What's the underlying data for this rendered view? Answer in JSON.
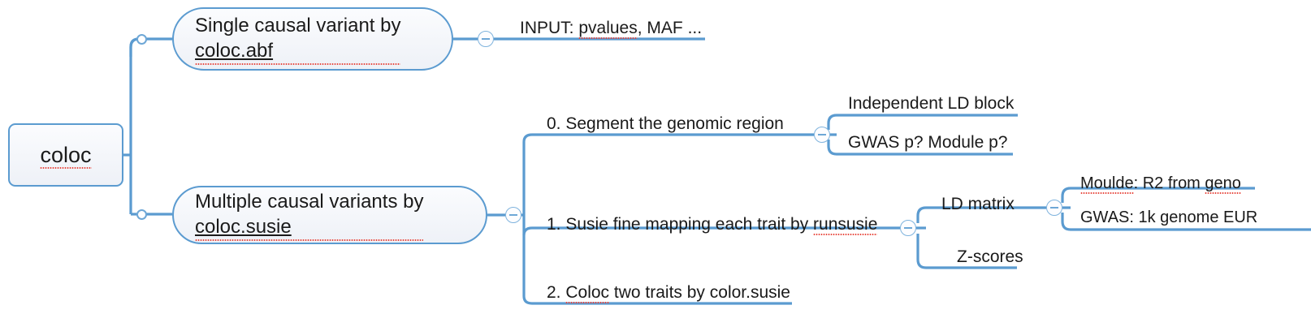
{
  "diagram": {
    "type": "mind-map",
    "title": "coloc",
    "colors": {
      "branch": "#5b9bd0",
      "node_border": "#5b9bd0",
      "node_fill": "#eef1f7",
      "text": "#1a1a1a",
      "spellcheck": "#e8463c"
    },
    "root": {
      "label": "coloc",
      "spell_error": "coloc"
    },
    "nodes": {
      "single_causal": {
        "line1": "Single causal variant by",
        "line2": "coloc.abf"
      },
      "multiple_causal": {
        "line1": "Multiple causal variants by",
        "line2": "coloc.susie"
      },
      "input_leaf": {
        "prefix": "INPUT: ",
        "spell": "pvalues",
        "suffix": ", MAF ..."
      },
      "step0": {
        "label": "0. Segment the genomic region"
      },
      "step0_children": [
        {
          "label": "Independent LD block"
        },
        {
          "label": "GWAS p? Module p?"
        }
      ],
      "step1": {
        "prefix": "1. Susie fine mapping each trait by ",
        "spell": "runsusie"
      },
      "step1_children": [
        {
          "label": "LD matrix"
        },
        {
          "label": "Z-scores"
        }
      ],
      "ld_children": [
        {
          "spell1": "Moulde",
          "mid": ": R2 from ",
          "spell2": "geno"
        },
        {
          "label": "GWAS: 1k genome EUR"
        }
      ],
      "step2": {
        "prefix": "2. ",
        "spell": "Coloc",
        "suffix": " two traits by color.susie"
      }
    },
    "handles": {
      "collapse_icon": "minus-circle",
      "branch_point_icon": "circle-dot"
    }
  }
}
